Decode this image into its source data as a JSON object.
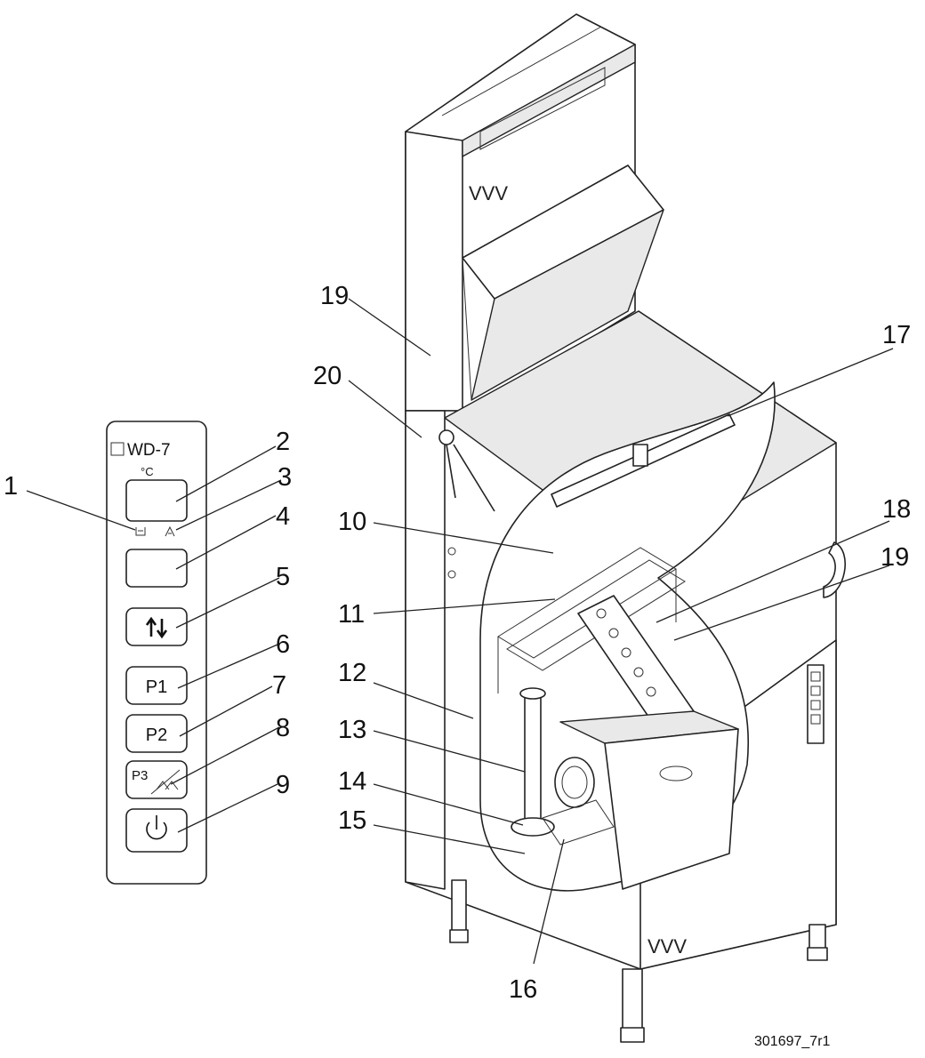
{
  "panel": {
    "model": "WD-7",
    "unit": "°C",
    "buttons": {
      "p1": "P1",
      "p2": "P2",
      "p3": "P3"
    },
    "icons": [
      "tank-icon",
      "rinse-icon",
      "arrows-updown-icon",
      "spray-icon",
      "power-icon"
    ]
  },
  "callouts": {
    "c1": "1",
    "c2": "2",
    "c3": "3",
    "c4": "4",
    "c5": "5",
    "c6": "6",
    "c7": "7",
    "c8": "8",
    "c9": "9",
    "c10": "10",
    "c11": "11",
    "c12": "12",
    "c13": "13",
    "c14": "14",
    "c15": "15",
    "c16": "16",
    "c17": "17",
    "c18": "18",
    "c19a": "19",
    "c19b": "19",
    "c20": "20"
  },
  "reference": "301697_7r1"
}
